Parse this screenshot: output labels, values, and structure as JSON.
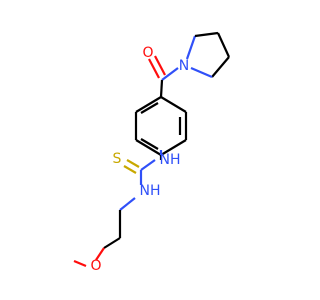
{
  "molecule": {
    "atoms": {
      "carbonyl_o": {
        "symbol": "O",
        "color": "#ff0d0d"
      },
      "amide_n": {
        "symbol": "N",
        "color": "#3050f8"
      },
      "thiourea_s": {
        "symbol": "S",
        "color": "#c8a800"
      },
      "nh_upper": {
        "symbol": "NH",
        "color": "#3050f8"
      },
      "nh_lower": {
        "symbol": "NH",
        "color": "#3050f8"
      },
      "methoxy_o": {
        "symbol": "O",
        "color": "#ff0d0d"
      }
    },
    "colors": {
      "bond": "#000000",
      "oxygen": "#ff0d0d",
      "nitrogen": "#3050f8",
      "sulfur": "#c8a800",
      "background": "#ffffff"
    }
  }
}
